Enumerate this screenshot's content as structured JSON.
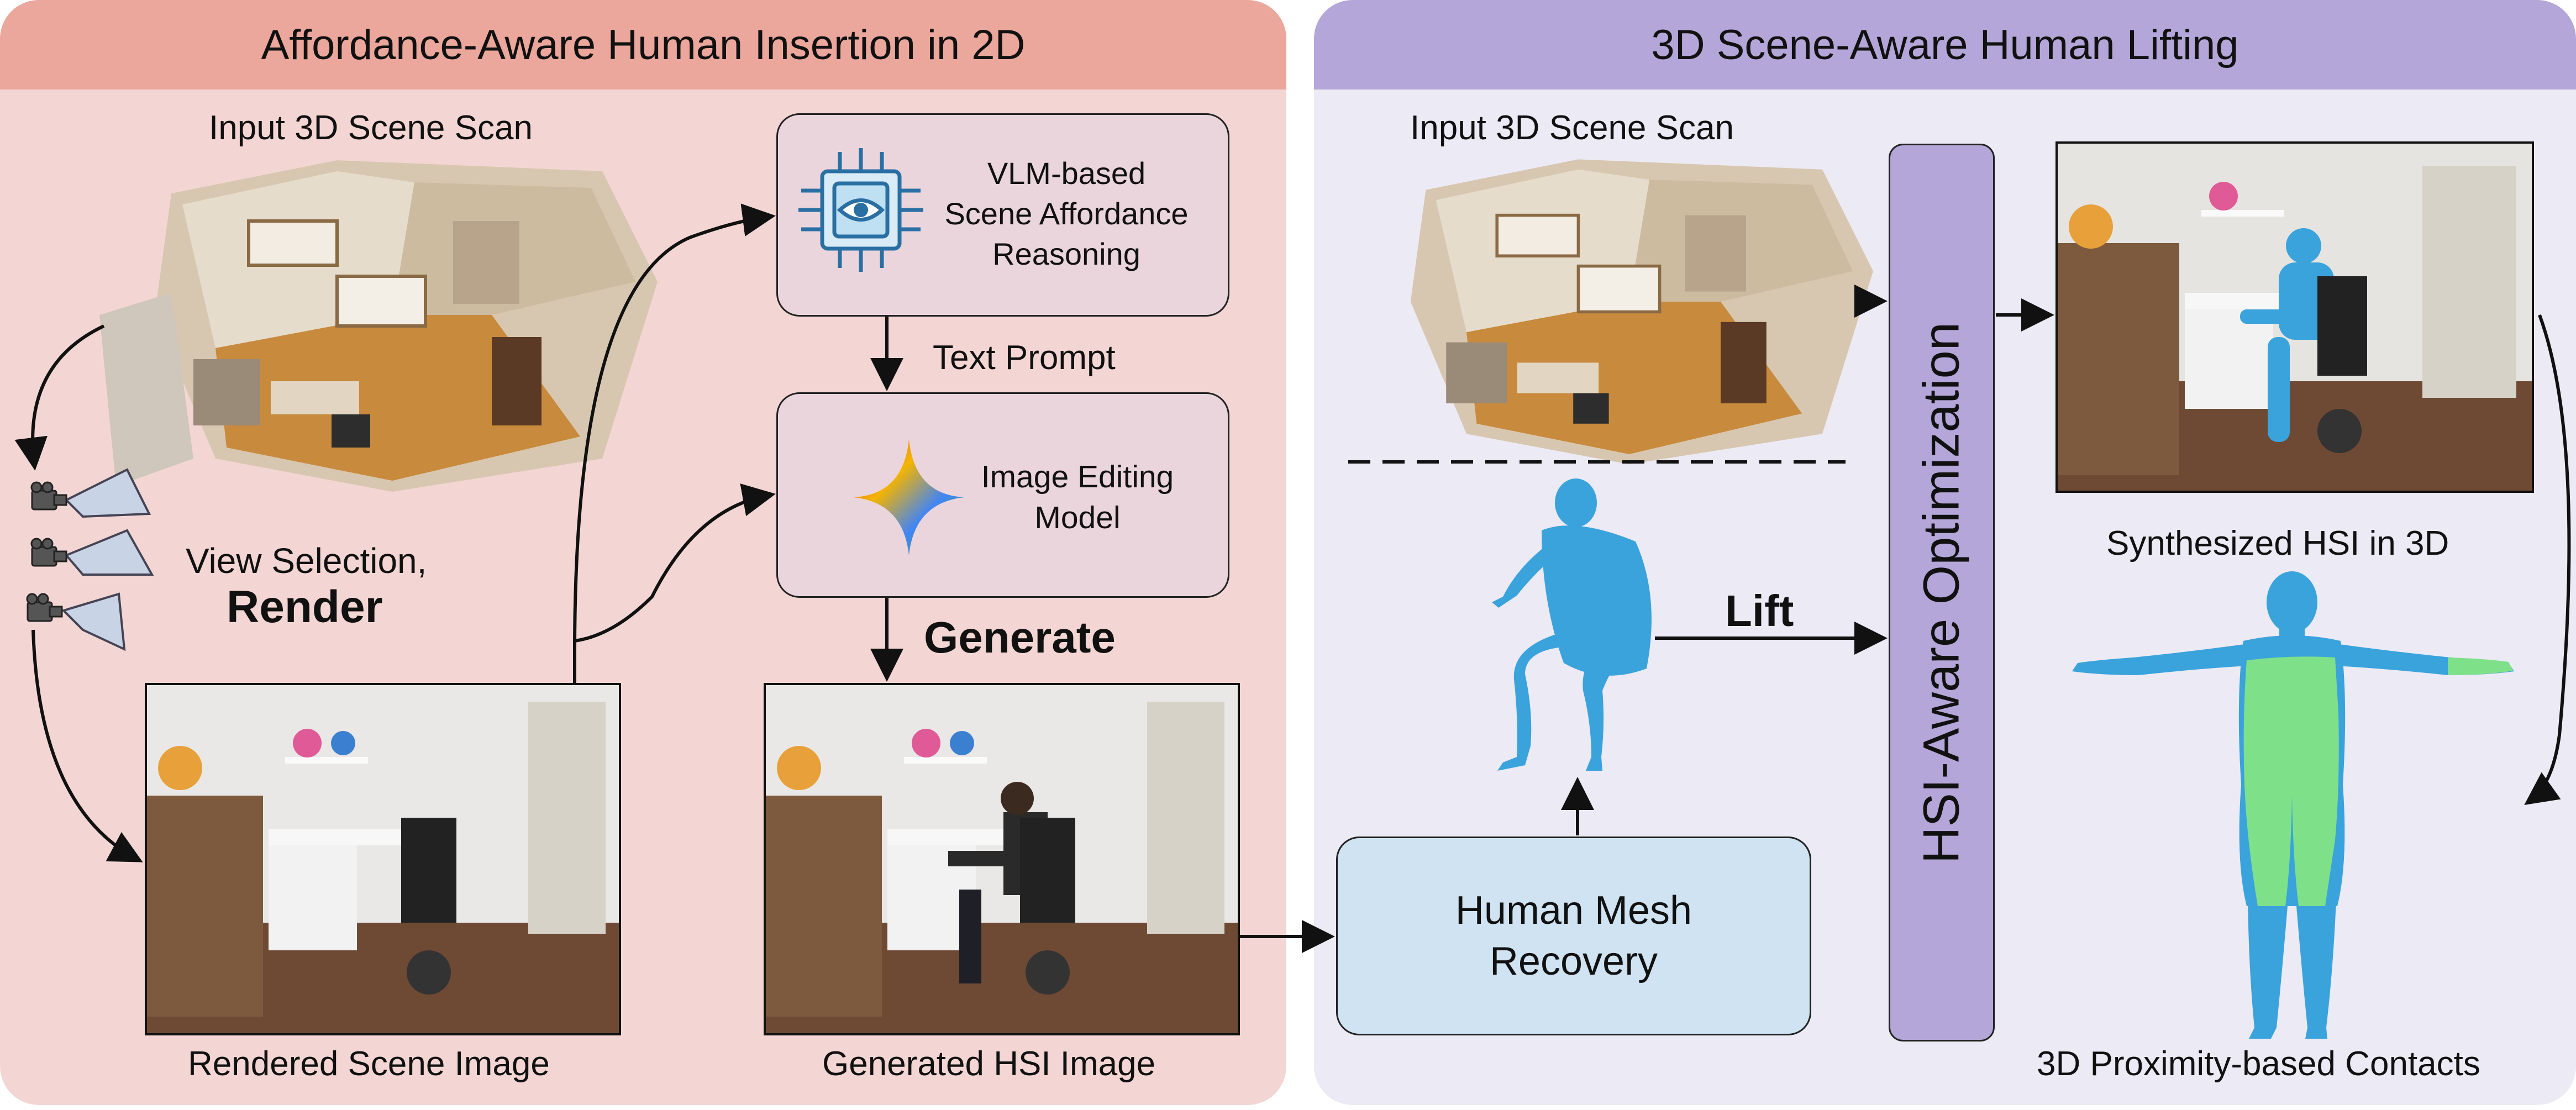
{
  "left_panel": {
    "title": "Affordance-Aware Human Insertion in 2D",
    "input_scan_label": "Input 3D Scene Scan",
    "view_selection_label": "View Selection,",
    "render_label": "Render",
    "vlm_box": {
      "line1": "VLM-based",
      "line2": "Scene Affordance",
      "line3": "Reasoning"
    },
    "text_prompt_label": "Text Prompt",
    "edit_box": {
      "line1": "Image Editing",
      "line2": "Model"
    },
    "generate_label": "Generate",
    "rendered_image_label": "Rendered Scene Image",
    "generated_image_label": "Generated HSI Image"
  },
  "right_panel": {
    "title": "3D Scene-Aware Human Lifting",
    "input_scan_label": "Input 3D Scene Scan",
    "lift_label": "Lift",
    "hmr_box": {
      "line1": "Human Mesh",
      "line2": "Recovery"
    },
    "optimization_label": "HSI-Aware Optimization",
    "synth_label": "Synthesized HSI in 3D",
    "contacts_label": "3D Proximity-based Contacts"
  },
  "colors": {
    "left_panel_bg": "#f3d6d3",
    "left_header_bg": "#eba79b",
    "right_panel_bg": "#eceaf4",
    "right_header_bg": "#b4a6d8",
    "mesh_blue": "#3aa3dc",
    "contact_green": "#7fe08a"
  }
}
